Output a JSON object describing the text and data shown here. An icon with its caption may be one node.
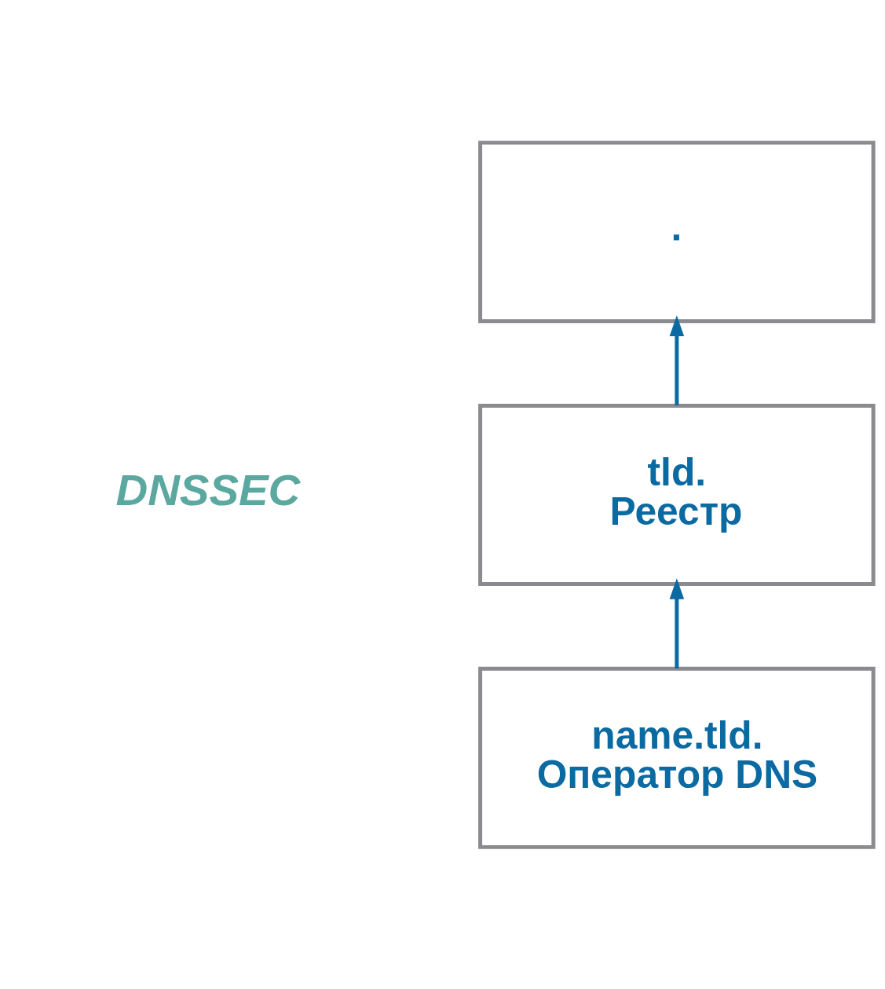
{
  "diagram": {
    "nodes": [
      {
        "text": [
          "."
        ]
      },
      {
        "text": [
          "tld.",
          "Реестр"
        ]
      },
      {
        "text": [
          "name.tld.",
          "Оператор DNS"
        ]
      }
    ],
    "edges": [
      {
        "from": 1,
        "to": 0,
        "arrow": "to"
      },
      {
        "from": 2,
        "to": 1,
        "arrow": "to"
      }
    ],
    "labels": [
      "DNSSEC"
    ]
  }
}
